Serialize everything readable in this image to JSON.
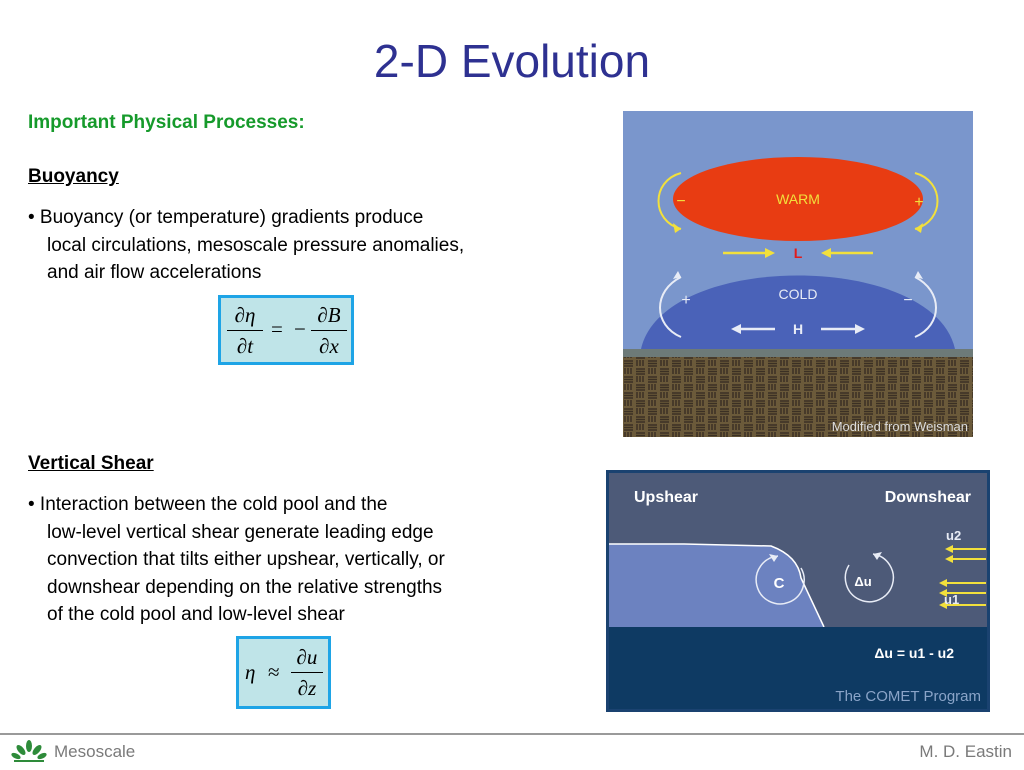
{
  "slide": {
    "title": "2-D Evolution",
    "subheading": "Important Physical Processes:",
    "sections": [
      {
        "heading": "Buoyancy",
        "bullet_lines": [
          "• Buoyancy (or temperature) gradients produce",
          "local circulations, mesoscale pressure anomalies,",
          "and air flow accelerations"
        ],
        "equation": {
          "lhs_num": "∂η",
          "lhs_den": "∂t",
          "op": "=",
          "sign": "−",
          "rhs_num": "∂B",
          "rhs_den": "∂x"
        }
      },
      {
        "heading": "Vertical Shear",
        "bullet_lines": [
          "• Interaction between the cold pool and the",
          "low-level vertical shear generate leading edge",
          "convection that tilts either upshear, vertically, or",
          "downshear depending on the relative strengths",
          "of the cold pool and low-level shear"
        ],
        "equation": {
          "lhs": "η",
          "op": "≈",
          "rhs_num": "∂u",
          "rhs_den": "∂z"
        }
      }
    ]
  },
  "figure_buoyancy": {
    "warm_label": "WARM",
    "cold_label": "COLD",
    "low_label": "L",
    "high_label": "H",
    "warm_left_sign": "−",
    "warm_right_sign": "+",
    "cold_left_sign": "+",
    "cold_right_sign": "−",
    "credit": "Modified from Weisman",
    "colors": {
      "sky": "#7a96cc",
      "warm": "#e83c12",
      "cold": "#4a62b8",
      "ground": "#6b5a3a",
      "arrow": "#f2e03c",
      "low_label": "#e11b1b"
    }
  },
  "figure_shear": {
    "upshear_label": "Upshear",
    "downshear_label": "Downshear",
    "u2_label": "u2",
    "u1_label": "u1",
    "c_label": "C",
    "du_label": "Δu",
    "equation_label": "Δu = u1 - u2",
    "credit": "The COMET Program",
    "colors": {
      "upper": "#4d5a78",
      "cold_pool": "#6c82c0",
      "lower": "#0e3a63",
      "arrow": "#f2e03c"
    }
  },
  "footer": {
    "left_label": "Mesoscale",
    "right_label": "M. D. Eastin"
  }
}
